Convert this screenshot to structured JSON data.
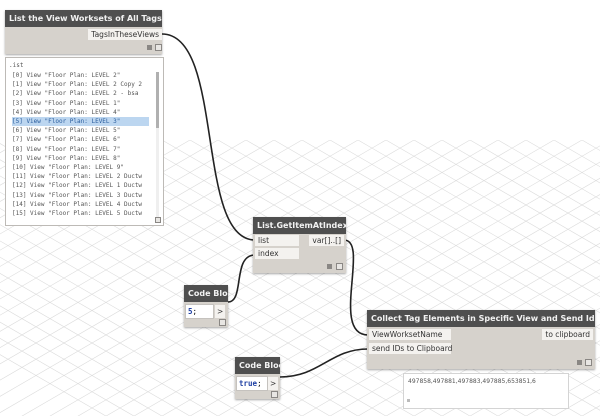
{
  "nodes": {
    "list_view_worksets": {
      "title": "List the View Worksets of All Tags in Project",
      "output": "TagsInTheseViews"
    },
    "watch": {
      "header": ".ist",
      "lines": [
        "[0] View \"Floor Plan: LEVEL 2\"",
        "[1] View \"Floor Plan: LEVEL 2 Copy 2",
        "[2] View \"Floor Plan: LEVEL 2 - bsa",
        "[3] View \"Floor Plan: LEVEL 1\"",
        "[4] View \"Floor Plan: LEVEL 4\"",
        "[5] View \"Floor Plan: LEVEL 3\"",
        "[6] View \"Floor Plan: LEVEL 5\"",
        "[7] View \"Floor Plan: LEVEL 6\"",
        "[8] View \"Floor Plan: LEVEL 7\"",
        "[9] View \"Floor Plan: LEVEL 8\"",
        "[10] View \"Floor Plan: LEVEL 9\"",
        "[11] View \"Floor Plan: LEVEL 2 Ductw",
        "[12] View \"Floor Plan: LEVEL 1 Ductw",
        "[13] View \"Floor Plan: LEVEL 3 Ductw",
        "[14] View \"Floor Plan: LEVEL 4 Ductw",
        "[15] View \"Floor Plan: LEVEL 5 Ductw"
      ],
      "selected_index": 5
    },
    "get_item": {
      "title": "List.GetItemAtIndex",
      "input_list": "list",
      "input_index": "index",
      "output": "var[]..[]"
    },
    "code_block_1": {
      "title": "Code Block",
      "code_value": "5",
      "code_suffix": ";",
      "output": ">"
    },
    "code_block_2": {
      "title": "Code Block",
      "code_keyword": "true",
      "code_suffix": ";",
      "output": ">"
    },
    "collect_tags": {
      "title": "Collect Tag Elements in Specific View and Send Ids to Clipboard",
      "input_workset": "ViewWorksetName",
      "input_send": "send IDs to Clipboard",
      "output": "to clipboard",
      "preview": "497858,497881,497883,497885,653851,6"
    }
  },
  "colors": {
    "node_header": "#4f4f4f",
    "node_body": "#d6d2cc",
    "wire": "#222222",
    "selection": "#bcd6f0",
    "code_keyword": "#1e3fa3"
  }
}
